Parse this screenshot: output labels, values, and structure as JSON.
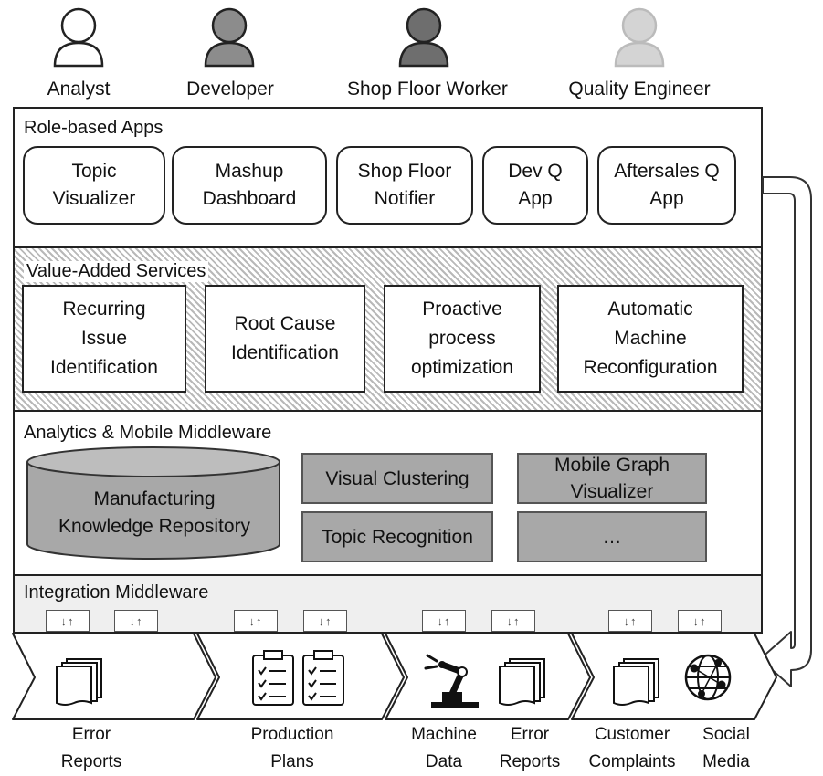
{
  "roles": [
    {
      "label": "Analyst",
      "color": "#ffffff"
    },
    {
      "label": "Developer",
      "color": "#8c8c8c"
    },
    {
      "label": "Shop Floor Worker",
      "color": "#6e6e6e"
    },
    {
      "label": "Quality Engineer",
      "color": "#d4d4d4"
    }
  ],
  "layers": {
    "apps": {
      "title": "Role-based Apps",
      "items": [
        "Topic\nVisualizer",
        "Mashup\nDashboard",
        "Shop Floor\nNotifier",
        "Dev Q\nApp",
        "Aftersales Q\nApp"
      ]
    },
    "services": {
      "title": "Value-Added Services",
      "items": [
        "Recurring\nIssue\nIdentification",
        "Root Cause\nIdentification",
        "Proactive\nprocess\noptimization",
        "Automatic\nMachine\nReconfiguration"
      ]
    },
    "analytics": {
      "title": "Analytics & Mobile Middleware",
      "repository": "Manufacturing\nKnowledge Repository",
      "tools": [
        "Visual Clustering",
        "Topic Recognition",
        "Mobile Graph\nVisualizer",
        "…"
      ]
    },
    "integration": {
      "title": "Integration Middleware",
      "port_glyph": "↓↑"
    }
  },
  "sources": [
    {
      "label": "Error\nReports",
      "icon": "documents-icon"
    },
    {
      "label": "Production\nPlans",
      "icon": "checklist-icon"
    },
    {
      "label": "Machine\nData",
      "icon": "robot-arm-icon"
    },
    {
      "label": "Error\nReports",
      "icon": "documents-icon"
    },
    {
      "label": "Customer\nComplaints",
      "icon": "documents-icon"
    },
    {
      "label": "Social\nMedia",
      "icon": "globe-icon"
    }
  ]
}
